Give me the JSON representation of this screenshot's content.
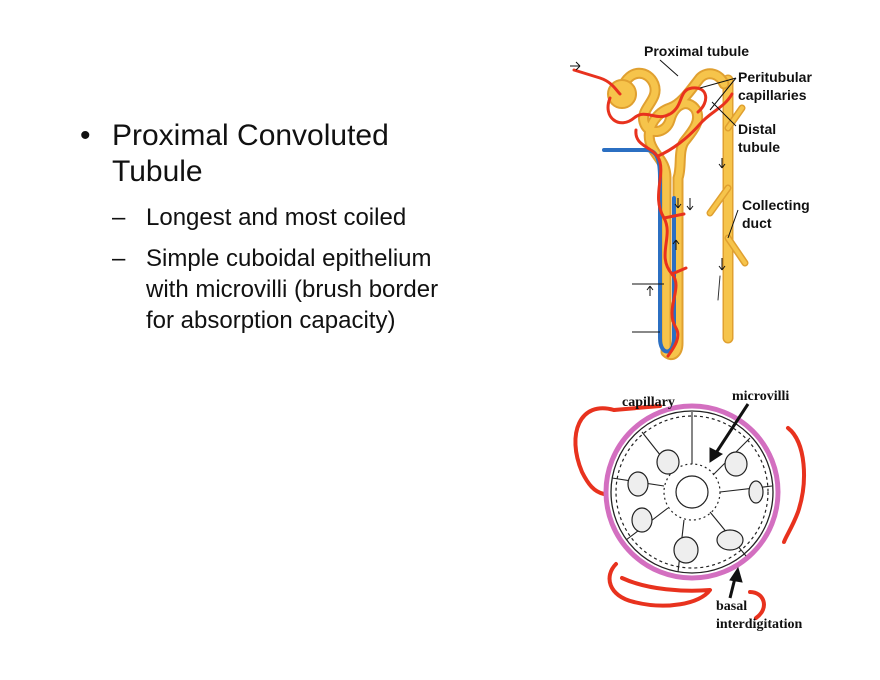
{
  "bullets": {
    "main": "Proximal Convoluted Tubule",
    "marker": "•",
    "sub_marker": "–",
    "sub": [
      "Longest and most coiled",
      "Simple cuboidal epithelium with microvilli (brush border for absorption capacity)"
    ]
  },
  "nephron_labels": {
    "proximal": "Proximal tubule",
    "peritubular_1": "Peritubular",
    "peritubular_2": "capillaries",
    "distal_1": "Distal",
    "distal_2": "tubule",
    "collecting_1": "Collecting",
    "collecting_2": "duct"
  },
  "cross_labels": {
    "capillary": "capillary",
    "microvilli": "microvilli",
    "basal": "basal",
    "interdigitation": "interdigitation"
  },
  "colors": {
    "tubule": "#f6c44b",
    "artery": "#e8321e",
    "vein": "#2b6fc2",
    "membrane": "#d36fc0",
    "ink": "#111111"
  }
}
